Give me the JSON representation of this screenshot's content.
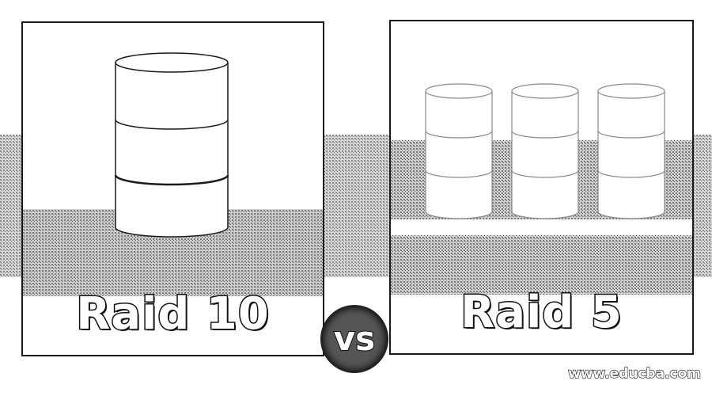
{
  "left_panel": {
    "title": "Raid 10"
  },
  "right_panel": {
    "title": "Raid 5"
  },
  "vs_label": "vs",
  "watermark": "www.educba.com"
}
